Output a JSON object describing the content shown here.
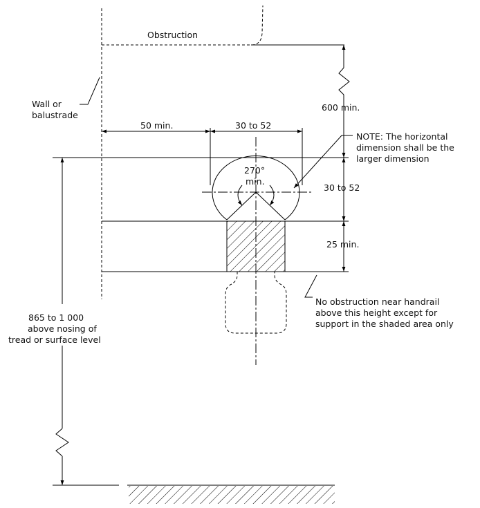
{
  "labels": {
    "obstruction": "Obstruction",
    "wall_line1": "Wall or",
    "wall_line2": "balustrade",
    "dim_600": "600 min.",
    "dim_50": "50 min.",
    "dim_30_52_top": "30 to 52",
    "note_line1": "NOTE: The horizontal",
    "note_line2": "dimension shall be the",
    "note_line3": "larger dimension",
    "angle_line1": "270°",
    "angle_line2": "min.",
    "dim_30_52_right": "30 to 52",
    "dim_25": "25 min.",
    "height_line1": "865 to 1 000",
    "height_line2": "above nosing of",
    "height_line3": "tread or surface level",
    "noobs_line1": "No obstruction near handrail",
    "noobs_line2": "above this height except for",
    "noobs_line3": "support in the shaded area only"
  },
  "colors": {
    "line": "#000000",
    "background": "#ffffff"
  }
}
